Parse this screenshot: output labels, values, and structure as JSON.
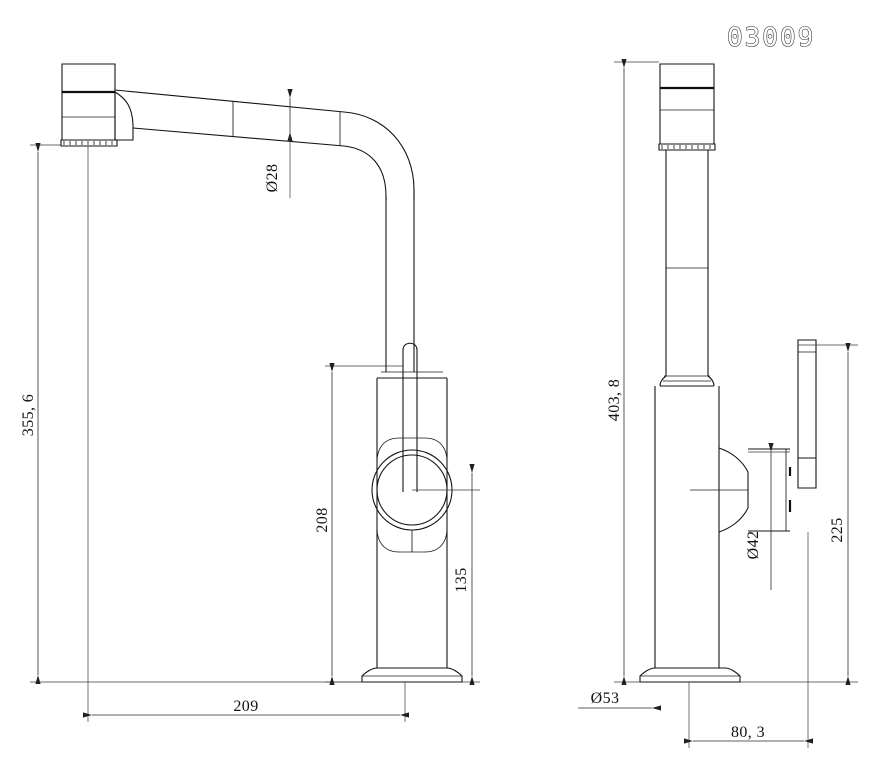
{
  "drawing": {
    "part_label": "03009",
    "title_block_position": "top-right",
    "background_color": "#ffffff",
    "line_color": "#141414"
  },
  "views": [
    {
      "name": "side-view",
      "description": "Kitchen faucet side elevation with pull-out spray spout",
      "position": "left"
    },
    {
      "name": "front-view",
      "description": "Kitchen faucet front elevation with side lever handle",
      "position": "right"
    }
  ],
  "dimensions": {
    "overall_height_side": "355, 6",
    "spout_diameter": "Ø28",
    "handle_height": "208",
    "handle_center_height": "135",
    "spout_reach": "209",
    "overall_height_front": "403, 8",
    "body_diameter": "Ø42",
    "handle_projection_height": "225",
    "base_diameter": "Ø53",
    "base_depth": "80, 3"
  },
  "labels": {
    "dim_355_6": "355, 6",
    "dim_d28": "Ø28",
    "dim_208": "208",
    "dim_135": "135",
    "dim_209": "209",
    "dim_403_8": "403, 8",
    "dim_d42": "Ø42",
    "dim_225": "225",
    "dim_d53": "Ø53",
    "dim_80_3": "80, 3"
  }
}
